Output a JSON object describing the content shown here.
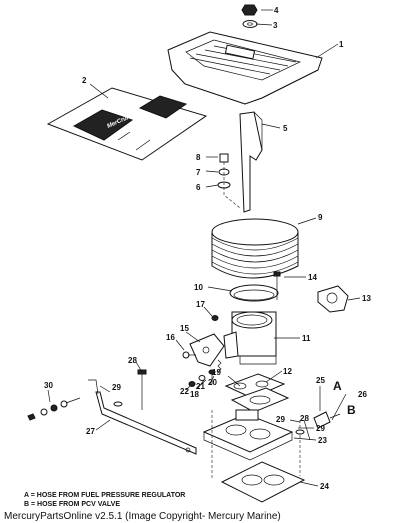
{
  "callouts": [
    "1",
    "2",
    "3",
    "4",
    "5",
    "6",
    "7",
    "8",
    "9",
    "10",
    "11",
    "12",
    "13",
    "14",
    "15",
    "16",
    "17",
    "18",
    "19",
    "20",
    "21",
    "22",
    "23",
    "24",
    "25",
    "26",
    "27",
    "28",
    "29",
    "29",
    "29",
    "30"
  ],
  "hose_markers": {
    "a": "A",
    "b": "B"
  },
  "legend": {
    "line_a": "A = HOSE FROM FUEL PRESSURE REGULATOR",
    "line_b": "B = HOSE FROM PCV VALVE"
  },
  "decal_brand": "MerCruiser",
  "footer": "MercuryPartsOnline v2.5.1 (Image Copyright- Mercury Marine)"
}
